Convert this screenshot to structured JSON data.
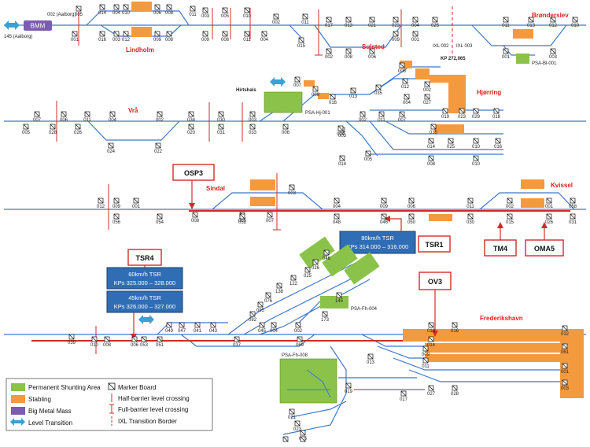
{
  "colors": {
    "track": "#3f78c8",
    "red": "#d42a2a",
    "stabling": "#f39a3e",
    "shunting": "#8bc34a",
    "bmm": "#7b5cb0",
    "transition": "#3aa0d8",
    "tsr_fill": "#2f6db5"
  },
  "places": {
    "lindholm": "Lindholm",
    "sulsted": "Sulsted",
    "bronderslev": "Brønderslev",
    "hjorring": "Hjørring",
    "vra": "Vrå",
    "sindal": "Sindal",
    "kvissel": "Kvissel",
    "frederikshavn": "Frederikshavn",
    "hirtshals": "Hirtshals"
  },
  "row1": {
    "bmm": "BMM",
    "aalborg_002": "002 (Aalborg)",
    "aalborg_145": "145 (Aalborg)",
    "ixl_002": "IXL 002",
    "ixl_003": "IXL 003",
    "kp": "KP 272,065",
    "psa_bl": "PSA-Bl-001"
  },
  "row2": {
    "psa_hj": "PSA-Hj-001"
  },
  "row4": {
    "psa_fh004": "PSA-Fh-004",
    "psa_fh008": "PSA-Fh-008"
  },
  "callouts": {
    "osp3": "OSP3",
    "tsr1": "TSR1",
    "tsr4": "TSR4",
    "tm4": "TM4",
    "oma5": "OMA5",
    "ov3": "OV3"
  },
  "tsr_boxes": {
    "tsr1_line1": "80km/h TSR",
    "tsr1_line2": "KPs 314.000 – 316.000",
    "tsr4a_line1": "60km/h TSR",
    "tsr4a_line2": "KPs 325.000 – 328.000",
    "tsr4b_line1": "45km/h TSR",
    "tsr4b_line2": "KPs 326.000 – 327.000"
  },
  "legend": {
    "permanent_shunting": "Permanent Shunting Area",
    "stabling": "Stabling",
    "big_metal_mass": "Big Metal Mass",
    "level_transition": "Level Transition",
    "marker_board": "Marker Board",
    "half_barrier": "Half-barrier level crossing",
    "full_barrier": "Full-barrier level crossing",
    "ixl_border": "IXL Transition Border"
  },
  "markers": [
    {
      "label": "005"
    },
    {
      "label": "014"
    },
    {
      "label": "004"
    },
    {
      "label": "010"
    },
    {
      "label": "006"
    },
    {
      "label": "008"
    },
    {
      "label": "001"
    },
    {
      "label": "016"
    },
    {
      "label": "003"
    },
    {
      "label": "012"
    },
    {
      "label": "009"
    },
    {
      "label": "008"
    },
    {
      "label": "011"
    },
    {
      "label": "003"
    },
    {
      "label": "005"
    },
    {
      "label": "010"
    },
    {
      "label": "002"
    },
    {
      "label": "011"
    },
    {
      "label": "009"
    },
    {
      "label": "006"
    },
    {
      "label": "011"
    },
    {
      "label": "004"
    },
    {
      "label": "015"
    },
    {
      "label": "017"
    },
    {
      "label": "013"
    },
    {
      "label": "021"
    },
    {
      "label": "023"
    },
    {
      "label": "004"
    },
    {
      "label": "025"
    },
    {
      "label": "002"
    },
    {
      "label": "008"
    },
    {
      "label": "006"
    },
    {
      "label": "009"
    },
    {
      "label": "001"
    },
    {
      "label": "011"
    },
    {
      "label": "013"
    },
    {
      "label": "012"
    },
    {
      "label": "010"
    },
    {
      "label": "001"
    },
    {
      "label": "003"
    },
    {
      "label": "007"
    },
    {
      "label": "006"
    },
    {
      "label": "011"
    },
    {
      "label": "004"
    },
    {
      "label": "002"
    },
    {
      "label": "034"
    },
    {
      "label": "030"
    },
    {
      "label": "003"
    },
    {
      "label": "005"
    },
    {
      "label": "028"
    },
    {
      "label": "026"
    },
    {
      "label": "024"
    },
    {
      "label": "022"
    },
    {
      "label": "020"
    },
    {
      "label": "031"
    },
    {
      "label": "033"
    },
    {
      "label": "007"
    },
    {
      "label": "009"
    },
    {
      "label": "016"
    },
    {
      "label": "013"
    },
    {
      "label": "035"
    },
    {
      "label": "012"
    },
    {
      "label": "002"
    },
    {
      "label": "006"
    },
    {
      "label": "004"
    },
    {
      "label": "027"
    },
    {
      "label": "019"
    },
    {
      "label": "023"
    },
    {
      "label": "029"
    },
    {
      "label": "018"
    },
    {
      "label": "015"
    },
    {
      "label": "014"
    },
    {
      "label": "025"
    },
    {
      "label": "010"
    },
    {
      "label": "016"
    },
    {
      "label": "003"
    },
    {
      "label": "014"
    },
    {
      "label": "005"
    },
    {
      "label": "008"
    },
    {
      "label": "010"
    },
    {
      "label": "006"
    },
    {
      "label": "004"
    },
    {
      "label": "002"
    },
    {
      "label": "011"
    },
    {
      "label": "007"
    },
    {
      "label": "012"
    },
    {
      "label": "009"
    },
    {
      "label": "001"
    },
    {
      "label": "008"
    },
    {
      "label": "005"
    },
    {
      "label": "007"
    },
    {
      "label": "003"
    },
    {
      "label": "004"
    },
    {
      "label": "009"
    },
    {
      "label": "006"
    },
    {
      "label": "011"
    },
    {
      "label": "002"
    },
    {
      "label": "001"
    },
    {
      "label": "058"
    },
    {
      "label": "056"
    },
    {
      "label": "054"
    },
    {
      "label": "052"
    },
    {
      "label": "048"
    },
    {
      "label": "046"
    },
    {
      "label": "050"
    },
    {
      "label": "030"
    },
    {
      "label": "015"
    },
    {
      "label": "026"
    },
    {
      "label": "031"
    },
    {
      "label": "039"
    },
    {
      "label": "010"
    },
    {
      "label": "008"
    },
    {
      "label": "006"
    },
    {
      "label": "053"
    },
    {
      "label": "051"
    },
    {
      "label": "049"
    },
    {
      "label": "047"
    },
    {
      "label": "041"
    },
    {
      "label": "043"
    },
    {
      "label": "037"
    },
    {
      "label": "045"
    },
    {
      "label": "004"
    },
    {
      "label": "002"
    },
    {
      "label": "069"
    },
    {
      "label": "018"
    },
    {
      "label": "016"
    },
    {
      "label": "014"
    },
    {
      "label": "012"
    },
    {
      "label": "061"
    },
    {
      "label": "001"
    },
    {
      "label": "003"
    },
    {
      "label": "009"
    },
    {
      "label": "011"
    },
    {
      "label": "013"
    },
    {
      "label": "027"
    },
    {
      "label": "028"
    },
    {
      "label": "017"
    },
    {
      "label": "019"
    },
    {
      "label": "021"
    },
    {
      "label": "023"
    },
    {
      "label": "025"
    },
    {
      "label": "029"
    },
    {
      "label": "039"
    },
    {
      "label": "046"
    },
    {
      "label": "026"
    },
    {
      "label": "025"
    },
    {
      "label": "122"
    },
    {
      "label": "138"
    },
    {
      "label": "076"
    },
    {
      "label": "095"
    },
    {
      "label": "092"
    },
    {
      "label": "173"
    },
    {
      "label": "145"
    }
  ]
}
